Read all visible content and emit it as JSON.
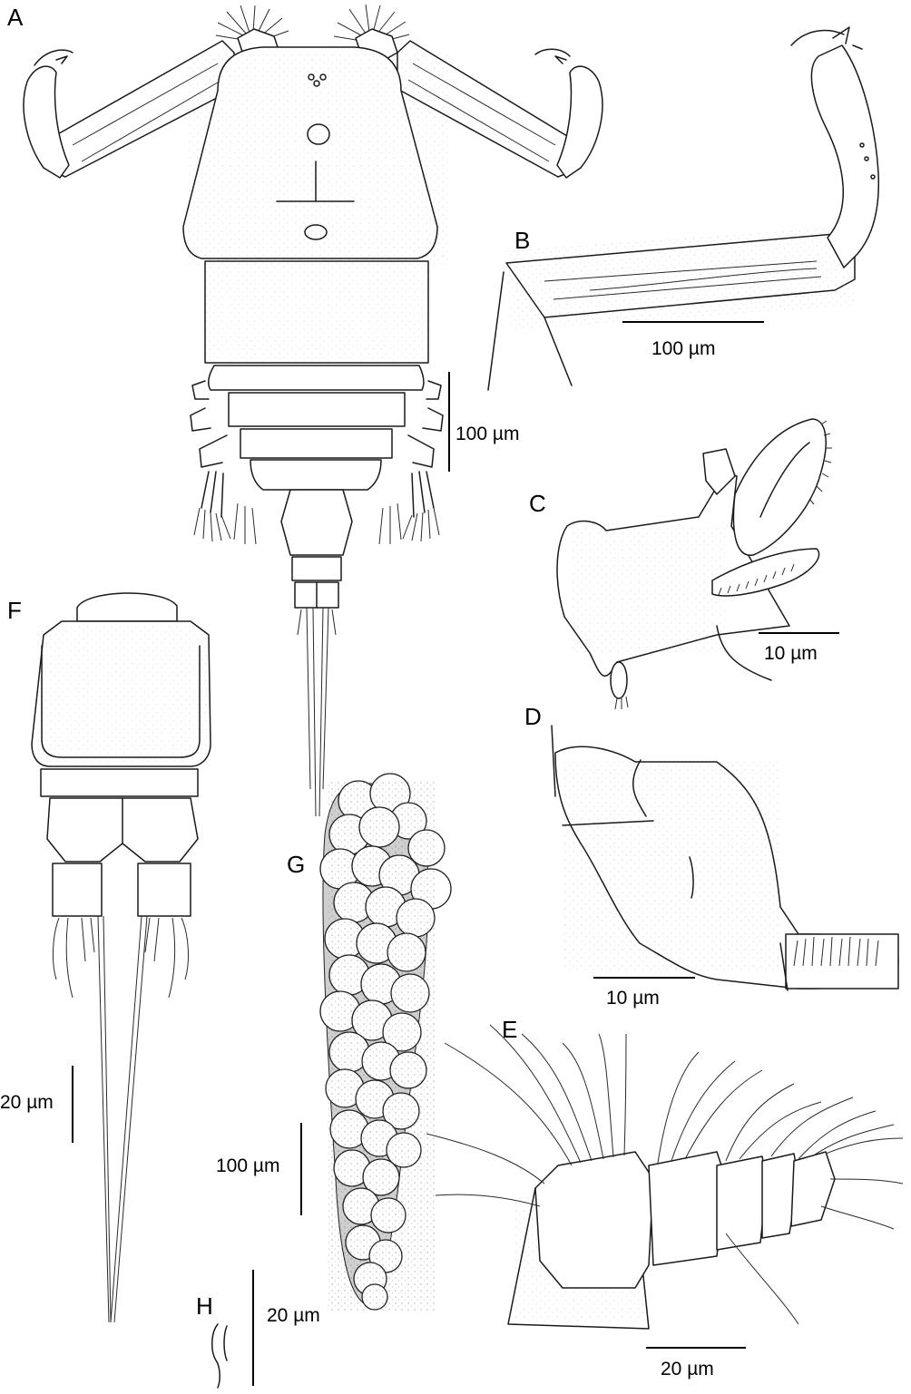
{
  "panels": {
    "a": "A",
    "b": "B",
    "c": "C",
    "d": "D",
    "e": "E",
    "f": "F",
    "g": "G",
    "h": "H"
  },
  "scale_bars": {
    "a": "100 µm",
    "b": "100 µm",
    "c": "10 µm",
    "d": "10 µm",
    "e": "20 µm",
    "f": "20 µm",
    "g": "100 µm",
    "h": "20 µm"
  }
}
